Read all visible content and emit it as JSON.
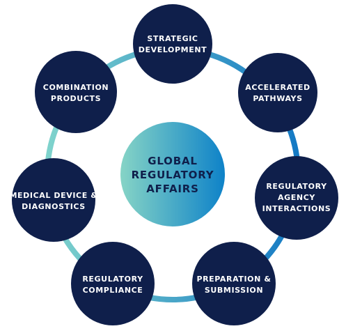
{
  "center": {
    "lines": [
      "GLOBAL",
      "REGULATORY",
      "AFFAIRS"
    ]
  },
  "nodes": [
    {
      "lines": [
        "STRATEGIC",
        "DEVELOPMENT"
      ]
    },
    {
      "lines": [
        "ACCELERATED",
        "PATHWAYS"
      ]
    },
    {
      "lines": [
        "REGULATORY",
        "AGENCY",
        "INTERACTIONS"
      ]
    },
    {
      "lines": [
        "PREPARATION &",
        "SUBMISSION"
      ]
    },
    {
      "lines": [
        "REGULATORY",
        "COMPLIANCE"
      ]
    },
    {
      "lines": [
        "MEDICAL DEVICE &",
        "DIAGNOSTICS"
      ]
    },
    {
      "lines": [
        "COMBINATION",
        "PRODUCTS"
      ]
    }
  ],
  "colors": {
    "node_fill": "#0f1f4b",
    "ring_left": "#7fd3cc",
    "ring_right": "#1479c4",
    "center_left": "#86d4c6",
    "center_right": "#0e82c8",
    "text_dark": "#0f1f4b",
    "text_light": "#ffffff"
  }
}
